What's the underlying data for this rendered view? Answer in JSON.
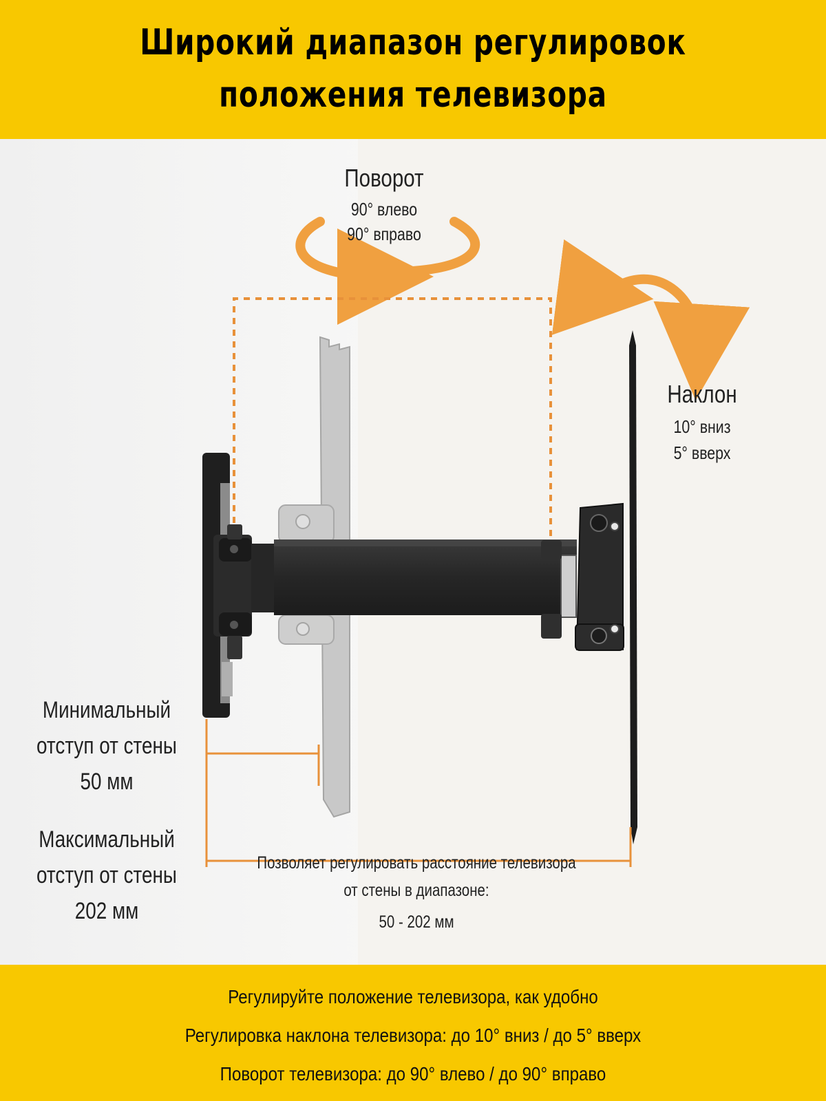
{
  "header": {
    "title_line1": "Широкий диапазон регулировок",
    "title_line2": "положения телевизора"
  },
  "swivel": {
    "title": "Поворот",
    "left": "90° влево",
    "right": "90° вправо"
  },
  "tilt": {
    "title": "Наклон",
    "down": "10° вниз",
    "up": "5° вверх"
  },
  "min_offset": {
    "line1": "Минимальный",
    "line2": "отступ от стены",
    "value": "50 мм"
  },
  "max_offset": {
    "line1": "Максимальный",
    "line2": "отступ от стены",
    "value": "202 мм"
  },
  "range_note": {
    "line1": "Позволяет регулировать расстояние телевизора",
    "line2": "от стены в диапазоне:",
    "value": "50 - 202 мм"
  },
  "footer": {
    "line1": "Регулируйте положение телевизора, как удобно",
    "line2": "Регулировка наклона телевизора: до 10° вниз / до 5° вверх",
    "line3": "Поворот телевизора: до 90° влево / до 90° вправо"
  },
  "colors": {
    "accent_yellow": "#f8c800",
    "arrow_orange": "#f0a040",
    "bracket_dark": "#2a2a2a"
  }
}
